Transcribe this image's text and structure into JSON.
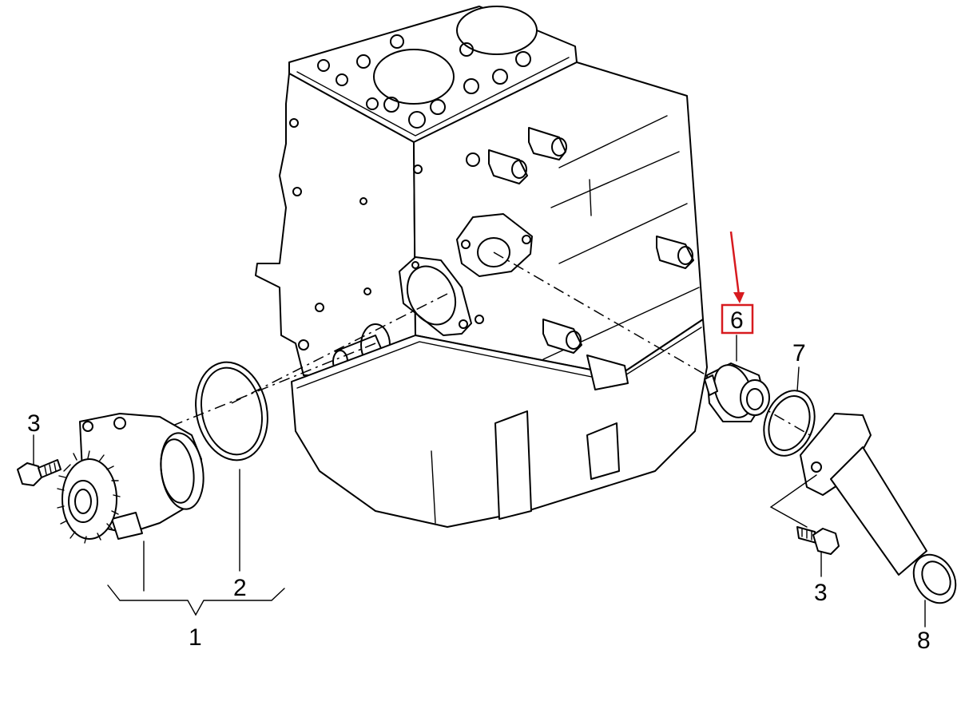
{
  "callouts": {
    "c1": "1",
    "c2": "2",
    "c3_left": "3",
    "c3_right": "3",
    "c6": "6",
    "c7": "7",
    "c8": "8"
  },
  "highlight": {
    "target": "6",
    "color": "#d71a1f"
  }
}
